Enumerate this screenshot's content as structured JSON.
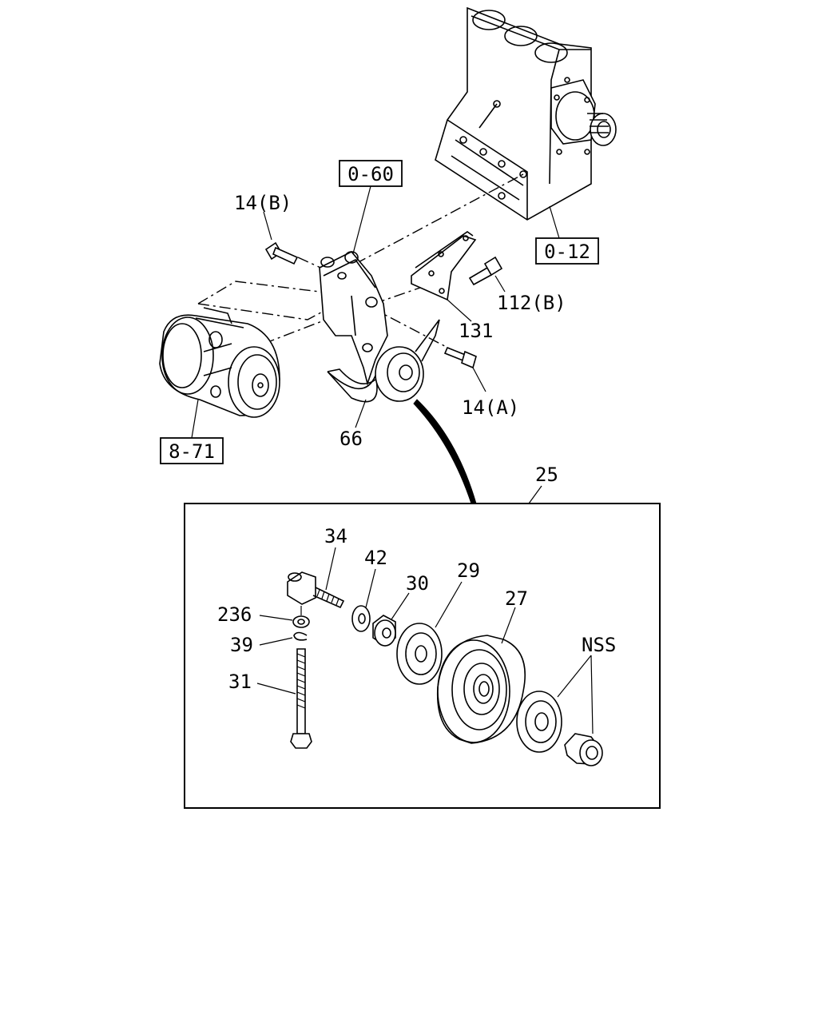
{
  "reference_boxes": {
    "engine_block": "0-12",
    "bracket": "0-60",
    "compressor": "8-71"
  },
  "parts": {
    "bolt_14b": "14(B)",
    "bolt_112b": "112(B)",
    "bracket_131": "131",
    "bolt_14a": "14(A)",
    "belt_66": "66",
    "idler_assembly_25": "25",
    "bolt_34": "34",
    "washer_42": "42",
    "spacer_30": "30",
    "plate_29": "29",
    "pulley_27": "27",
    "nss": "NSS",
    "washer_236": "236",
    "snap_ring_39": "39",
    "bolt_31": "31"
  }
}
